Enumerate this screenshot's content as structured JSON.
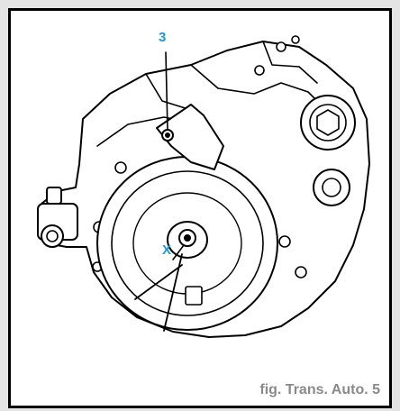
{
  "callouts": {
    "bolt_label": "3",
    "shaft_label": "X"
  },
  "caption": "fig. Trans. Auto. 5",
  "colors": {
    "callout": "#1a9bd1",
    "caption": "#8a8a8a",
    "line": "#000000",
    "frame_border": "#000000",
    "background": "#e4e4e4"
  }
}
